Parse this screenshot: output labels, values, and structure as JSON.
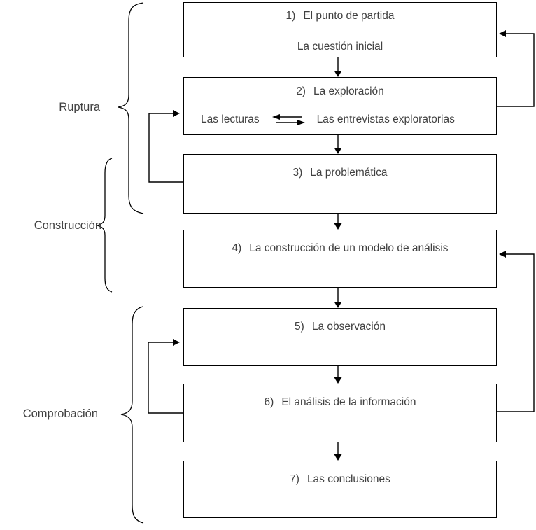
{
  "colors": {
    "text": "#404040",
    "line": "#000000",
    "background": "#ffffff"
  },
  "phases": [
    {
      "label": "Ruptura"
    },
    {
      "label": "Construcción"
    },
    {
      "label": "Comprobación"
    }
  ],
  "boxes": [
    {
      "number": "1)",
      "title": "El punto de partida",
      "subtitle": "La cuestión inicial"
    },
    {
      "number": "2)",
      "title": "La exploración",
      "sub_left": "Las lecturas",
      "sub_right": "Las entrevistas exploratorias"
    },
    {
      "number": "3)",
      "title": "La problemática"
    },
    {
      "number": "4)",
      "title": "La construcción de un modelo de análisis"
    },
    {
      "number": "5)",
      "title": "La observación"
    },
    {
      "number": "6)",
      "title": "El análisis de la información"
    },
    {
      "number": "7)",
      "title": "Las conclusiones"
    }
  ]
}
